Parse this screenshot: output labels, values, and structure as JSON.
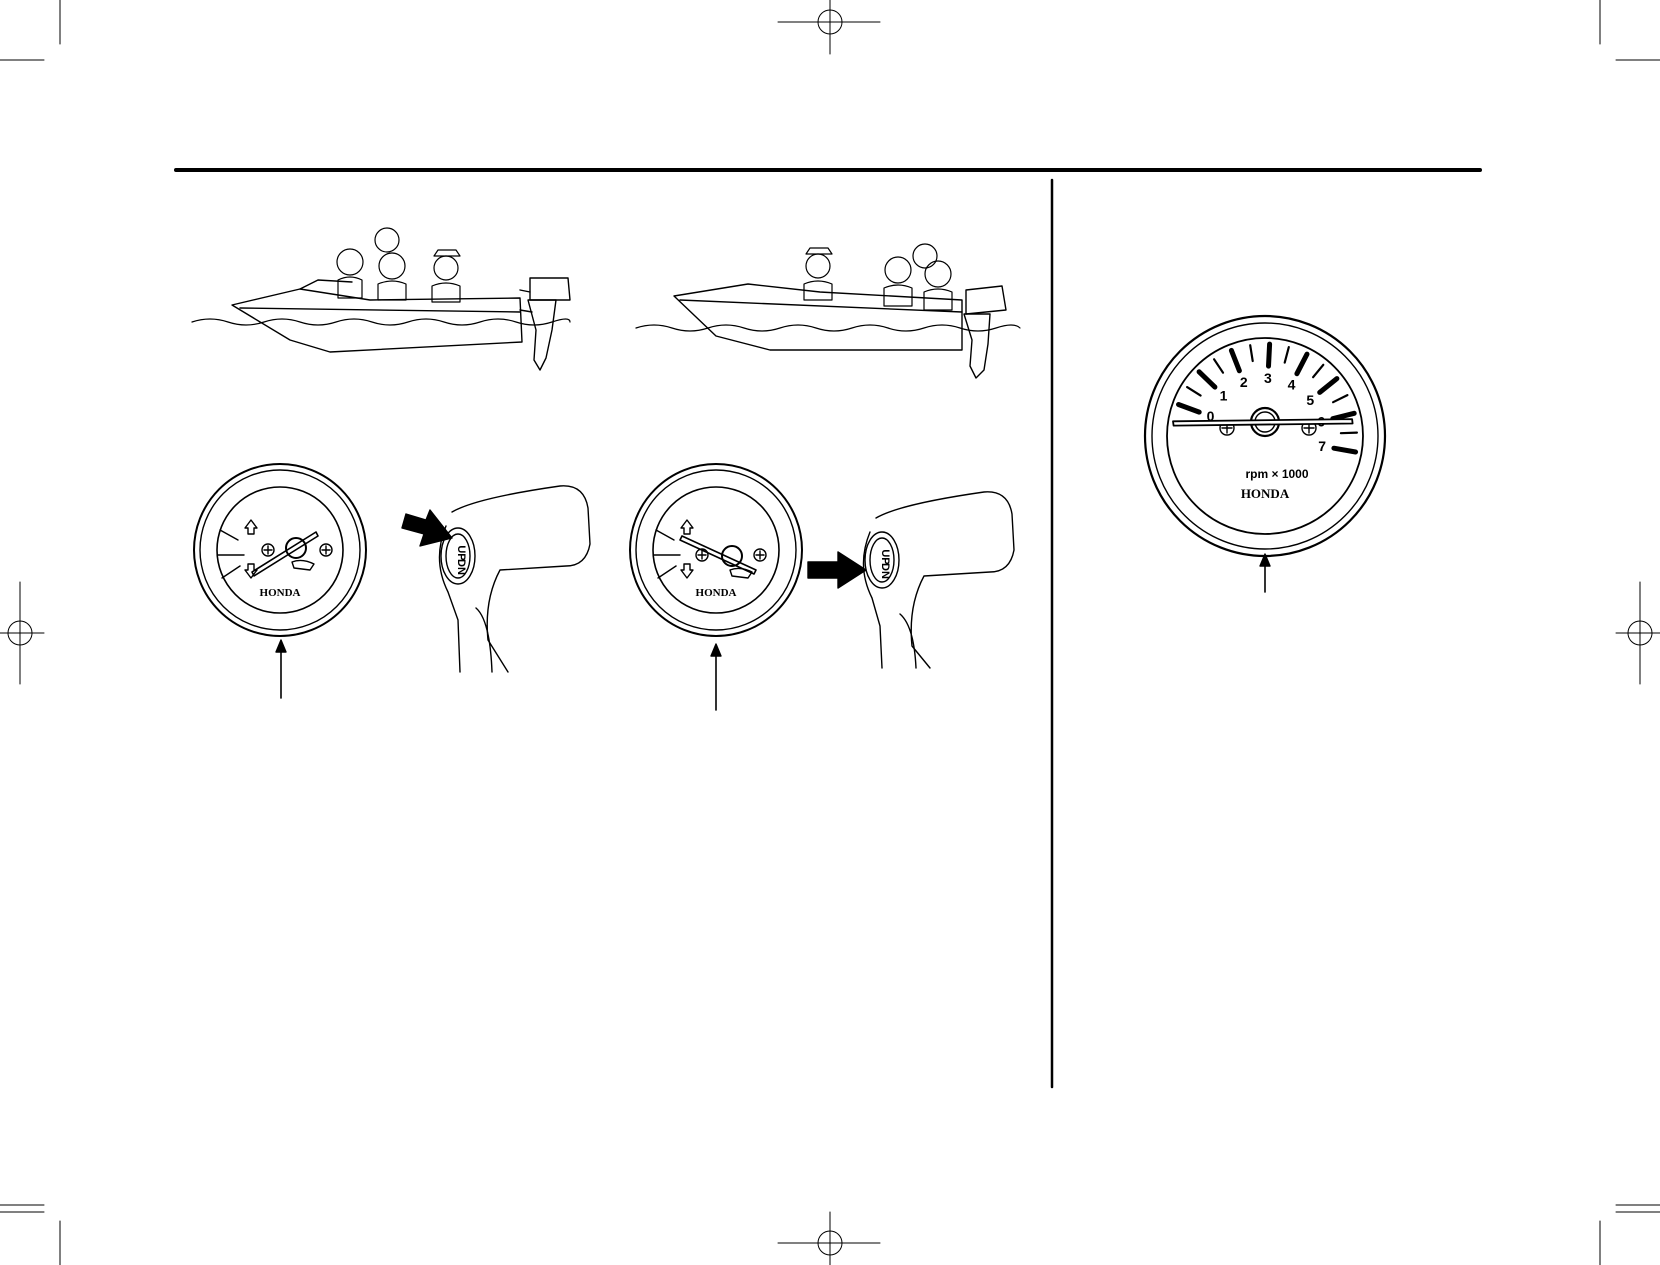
{
  "brand": "HONDA",
  "tachometer": {
    "unit_label": "rpm × 1000",
    "scale_numbers": [
      "0",
      "1",
      "2",
      "3",
      "4",
      "5",
      "6",
      "7"
    ],
    "needle_reading_rpm_x1000": 6.3
  },
  "trim_switch": {
    "button_up_label": "UP",
    "button_down_label": "DN"
  },
  "colors": {
    "ink": "#000000",
    "paper": "#ffffff"
  }
}
